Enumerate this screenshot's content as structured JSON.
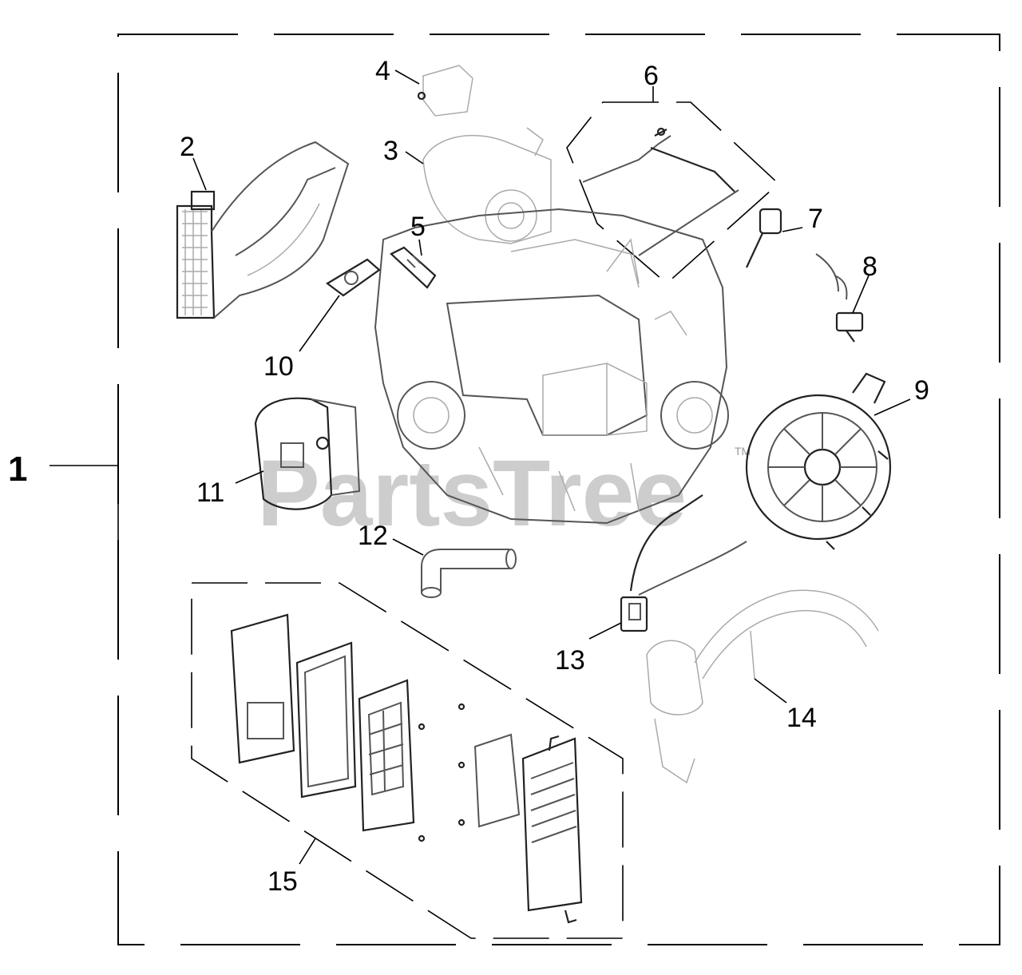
{
  "diagram": {
    "assembly_label": "1",
    "watermark": "PartsTree",
    "watermark_tm": "TM",
    "callouts": [
      {
        "id": "2",
        "text": "2"
      },
      {
        "id": "3",
        "text": "3"
      },
      {
        "id": "4",
        "text": "4"
      },
      {
        "id": "5",
        "text": "5"
      },
      {
        "id": "6",
        "text": "6"
      },
      {
        "id": "7",
        "text": "7"
      },
      {
        "id": "8",
        "text": "8"
      },
      {
        "id": "9",
        "text": "9"
      },
      {
        "id": "10",
        "text": "10"
      },
      {
        "id": "11",
        "text": "11"
      },
      {
        "id": "12",
        "text": "12"
      },
      {
        "id": "13",
        "text": "13"
      },
      {
        "id": "14",
        "text": "14"
      },
      {
        "id": "15",
        "text": "15"
      }
    ]
  }
}
